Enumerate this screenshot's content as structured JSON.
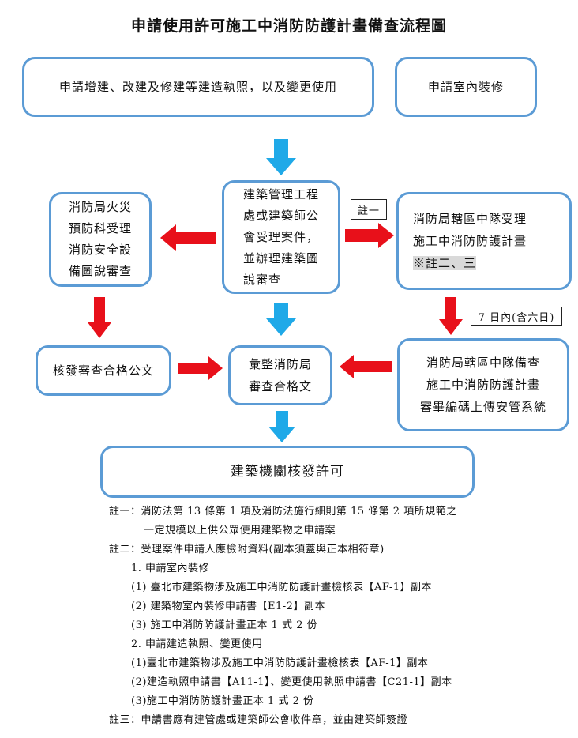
{
  "title": "申請使用許可施工中消防防護計畫備查流程圖",
  "colors": {
    "box_border": "#5b9bd5",
    "arrow_blue": "#1fa9e8",
    "arrow_red": "#e8101a"
  },
  "boxes": {
    "apply_build": "申請增建、改建及修建等建造執照，以及變更使用",
    "apply_interior": "申請室內裝修",
    "building_office": [
      "建築管理工程",
      "處或建築師公",
      "會受理案件，",
      "並辦理建築圖",
      "說審查"
    ],
    "fire_prevention": [
      "消防局火災",
      "預防科受理",
      "消防安全設",
      "備圖說審查"
    ],
    "squad_accept": [
      "消防局轄區中隊受理",
      "施工中消防防護計畫"
    ],
    "squad_accept_note": "※註二、三",
    "issue_document": "核發審查合格公文",
    "compile": [
      "彙整消防局",
      "審查合格文"
    ],
    "squad_record": [
      "消防局轄區中隊備查",
      "施工中消防防護計畫",
      "審畢編碼上傳安管系統"
    ],
    "permit": "建築機關核發許可"
  },
  "tags": {
    "note1": "註一",
    "seven_days": "7 日內(含六日)"
  },
  "notes": {
    "note1_label": "註一：",
    "note1_line1": "消防法第 13 條第 1 項及消防法施行細則第 15 條第 2 項所規範之",
    "note1_line2": "一定規模以上供公眾使用建築物之申請案",
    "note2_label": "註二：",
    "note2_line1": "受理案件申請人應檢附資料(副本須蓋與正本相符章)",
    "items": [
      "1. 申請室內裝修",
      "(1) 臺北市建築物涉及施工中消防防護計畫檢核表【AF-1】副本",
      "(2) 建築物室內裝修申請書【E1-2】副本",
      "(3) 施工中消防防護計畫正本 1 式 2 份",
      "2. 申請建造執照、變更使用",
      "(1)臺北市建築物涉及施工中消防防護計畫檢核表【AF-1】副本",
      "(2)建造執照申請書【A11-1】、變更使用執照申請書【C21-1】副本",
      "(3)施工中消防防護計畫正本 1 式 2 份"
    ],
    "note3_label": "註三：",
    "note3_line1": "申請書應有建管處或建築師公會收件章，並由建築師簽證"
  }
}
